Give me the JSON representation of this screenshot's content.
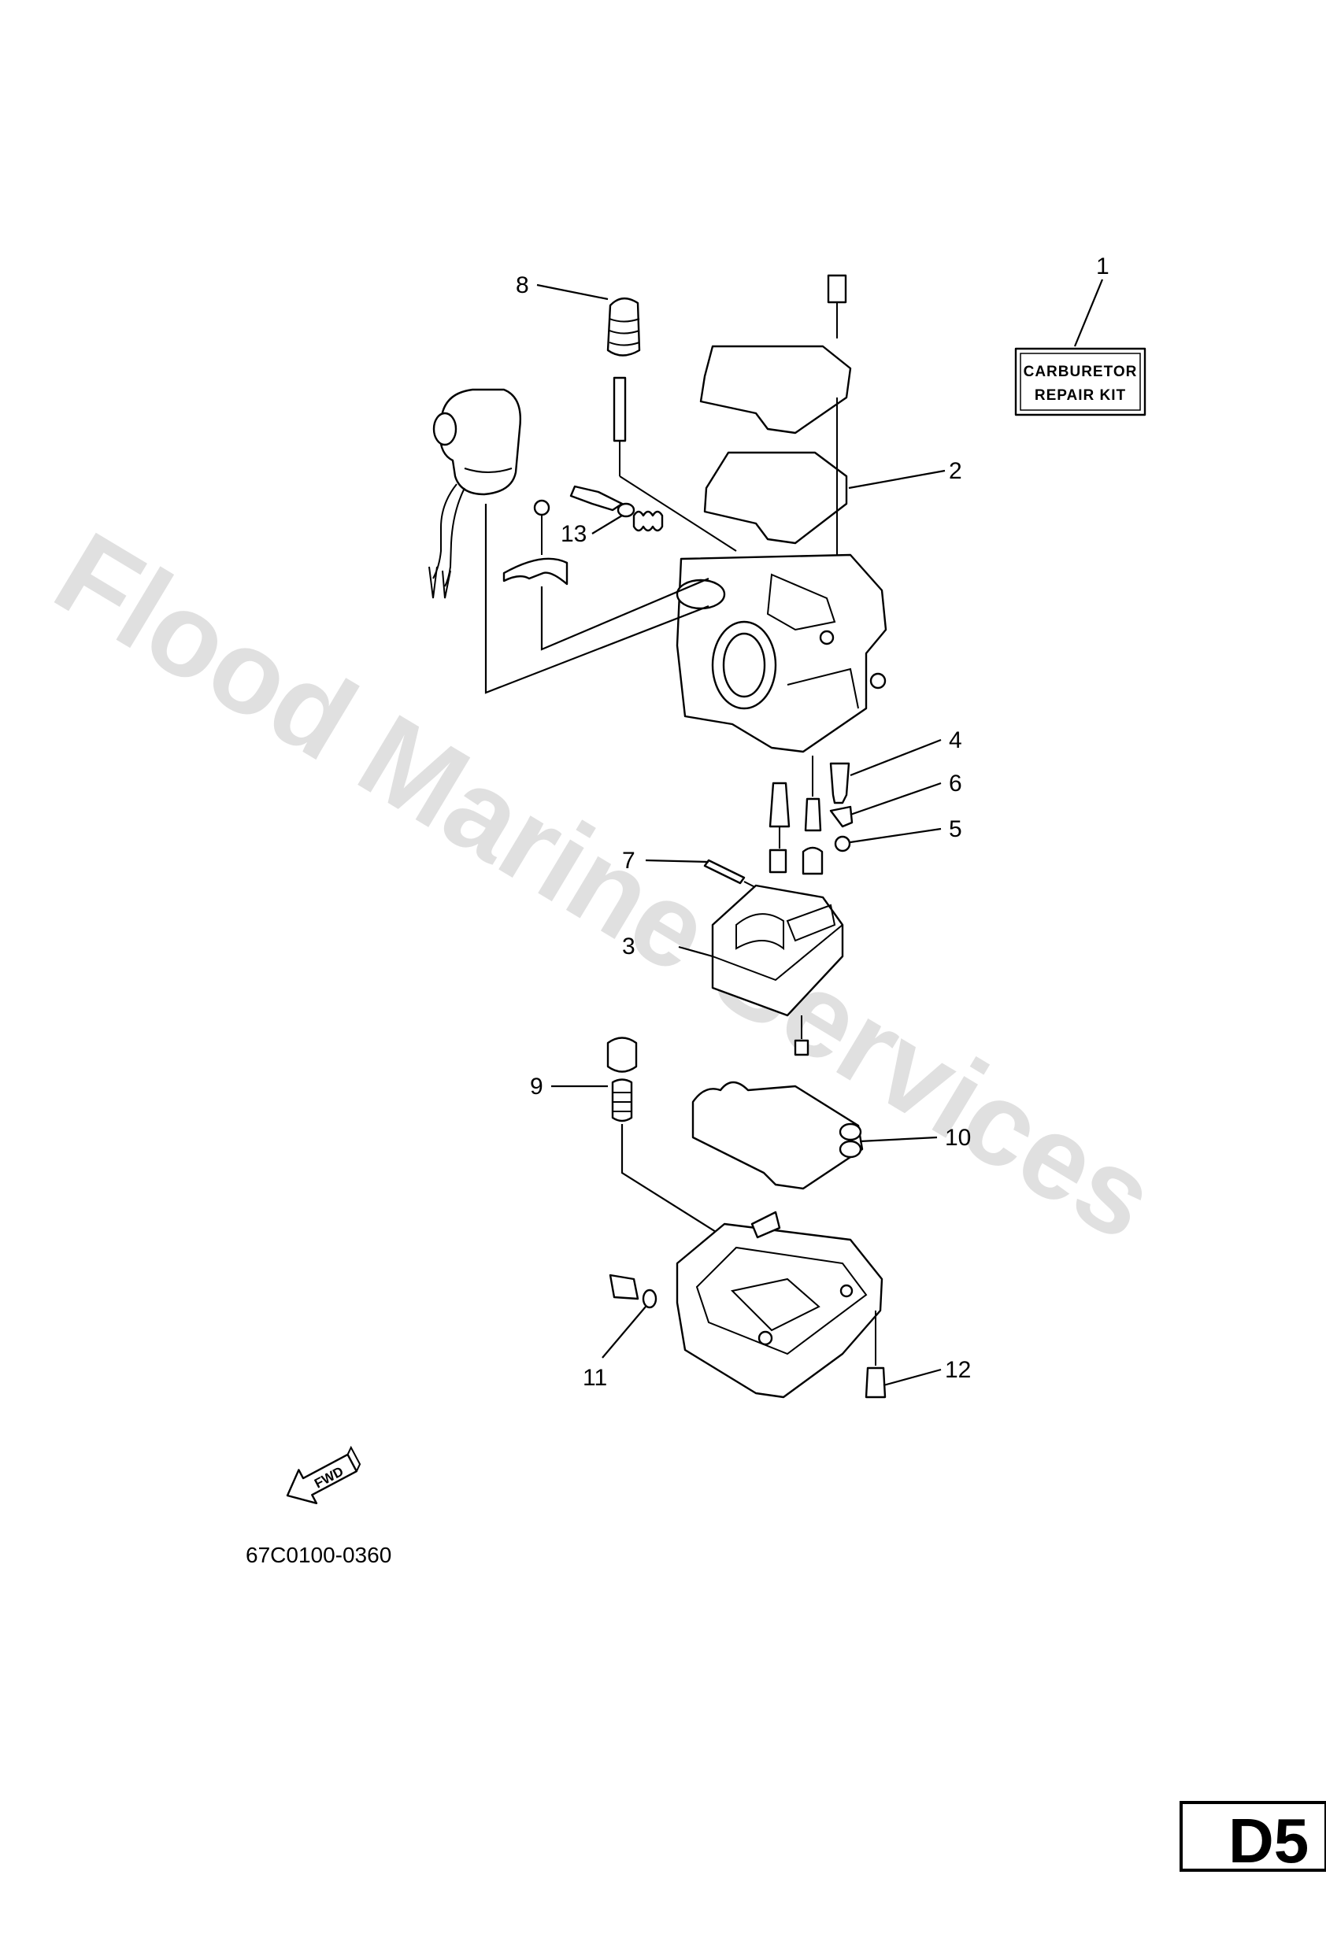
{
  "diagram": {
    "kit_label": {
      "line1": "CARBURETOR",
      "line2": "REPAIR KIT"
    },
    "callouts": [
      "1",
      "2",
      "3",
      "4",
      "5",
      "6",
      "7",
      "8",
      "9",
      "10",
      "11",
      "12",
      "13"
    ],
    "reference_code": "67C0100-0360",
    "fwd_label": "FWD",
    "page_marker": "D5",
    "watermark": "Flood Marine Services"
  }
}
